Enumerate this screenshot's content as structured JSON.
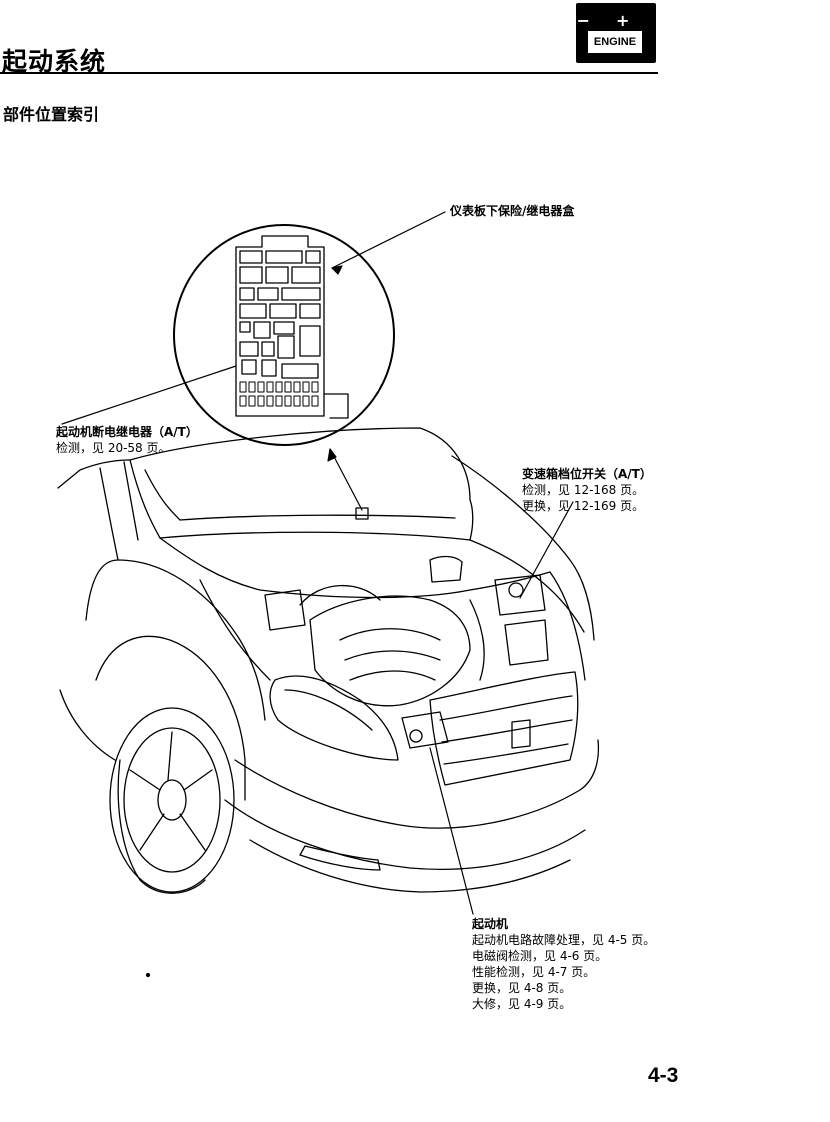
{
  "header": {
    "title": "起动系统",
    "badge": {
      "plus_minus": "−+",
      "label": "ENGINE"
    }
  },
  "section_title": "部件位置索引",
  "callouts": {
    "fuse_box": {
      "title": "仪表板下保险/继电器盒"
    },
    "cutoff_relay": {
      "title": "起动机断电继电器（A/T）",
      "lines": [
        "检测，见 20-58 页。"
      ]
    },
    "position_switch": {
      "title": "变速箱档位开关（A/T）",
      "lines": [
        "检测，见 12-168 页。",
        "更换，见 12-169 页。"
      ]
    },
    "starter": {
      "title": "起动机",
      "lines": [
        "起动机电路故障处理，见 4-5 页。",
        "电磁阀检测，见 4-6 页。",
        "性能检测，见 4-7 页。",
        "更换，见 4-8 页。",
        "大修，见 4-9 页。"
      ]
    }
  },
  "page_number": "4-3"
}
